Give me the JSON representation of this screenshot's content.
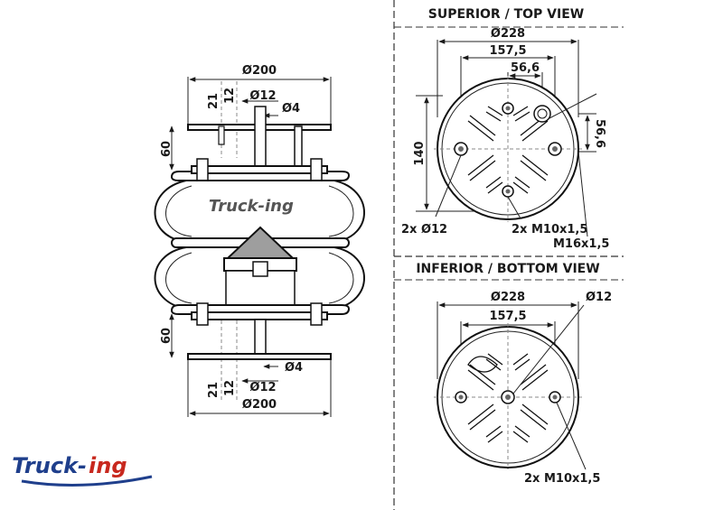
{
  "colors": {
    "brand_blue": "#1f3f8c",
    "brand_red": "#c8281e",
    "line": "#1a1a1a",
    "grey": "#bdbdbd"
  },
  "side_view": {
    "top_diameter": "Ø200",
    "top_height_a": "21",
    "top_height_b": "12",
    "top_bolt": "Ø12",
    "top_air": "Ø4",
    "top_plate_height": "60",
    "bottom_air": "Ø4",
    "bottom_bolt": "Ø12",
    "bottom_height_a": "21",
    "bottom_height_b": "12",
    "bottom_plate_height": "60",
    "bottom_diameter": "Ø200",
    "logo_main": "Truck-",
    "logo_accent": "ing"
  },
  "top_view": {
    "heading": "SUPERIOR / TOP VIEW",
    "diameter": "Ø228",
    "bolt_circle": "157,5",
    "offset_x": "56,6",
    "offset_y": "56,6",
    "height": "140",
    "holes": "2x Ø12",
    "threads": "2x M10x1,5",
    "main_thread": "M16x1,5"
  },
  "bottom_view": {
    "heading": "INFERIOR / BOTTOM VIEW",
    "diameter": "Ø228",
    "hole": "Ø12",
    "bolt_circle": "157,5",
    "threads": "2x M10x1,5"
  },
  "brand": {
    "main": "Truck-",
    "accent": "ing"
  }
}
